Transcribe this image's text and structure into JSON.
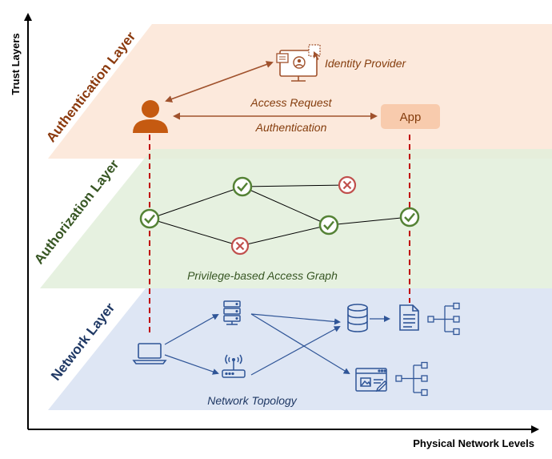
{
  "axes": {
    "y_label": "Trust Layers",
    "x_label": "Physical Network Levels"
  },
  "layers": {
    "authentication": {
      "label": "Authentication Layer",
      "fill": "#fbe5d6",
      "text_color": "#8b3a0e",
      "identity_provider": "Identity Provider",
      "access_request": "Access Request",
      "authentication": "Authentication",
      "app": "App"
    },
    "authorization": {
      "label": "Authorization Layer",
      "fill": "#e2efda",
      "text_color": "#375623",
      "graph_caption": "Privilege-based Access Graph"
    },
    "network": {
      "label": "Network Layer",
      "fill": "#dae3f3",
      "text_color": "#1f3864",
      "topology_caption": "Network Topology"
    }
  },
  "colors": {
    "user": "#c55a11",
    "check": "#548235",
    "cross": "#c0504d",
    "link_dash": "#c00000",
    "network_icon": "#2f5597",
    "auth_arrow": "#a0522d"
  },
  "icons": {
    "user": "person-icon",
    "idp": "monitor-user-icon",
    "laptop": "laptop-icon",
    "server": "server-icon",
    "router": "router-icon",
    "database": "database-icon",
    "document": "document-icon",
    "webpage": "webpage-icon"
  }
}
